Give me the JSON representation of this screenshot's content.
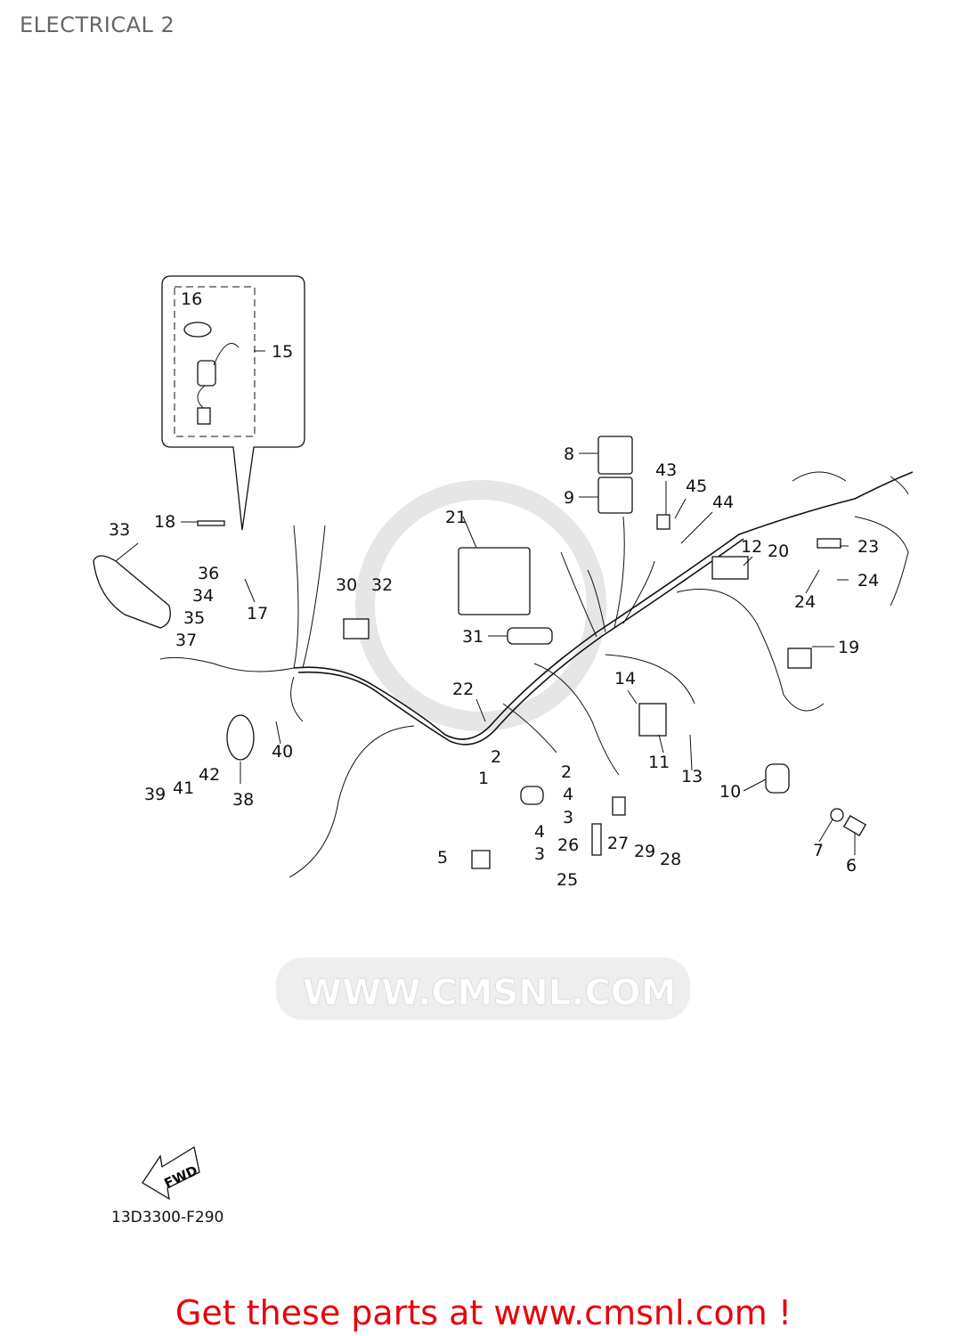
{
  "title": "ELECTRICAL 2",
  "diagram_code": "13D3300-F290",
  "fwd_label": "FWD",
  "watermark": "WWW.CMSNL.COM",
  "footer": "Get these parts at www.cmsnl.com !",
  "colors": {
    "footer": "#e8000b",
    "title": "#666666",
    "watermark": "#e6e6e6"
  },
  "callouts": [
    "16",
    "15",
    "18",
    "33",
    "36",
    "34",
    "35",
    "37",
    "17",
    "30",
    "32",
    "21",
    "8",
    "9",
    "43",
    "45",
    "44",
    "12",
    "20",
    "23",
    "24",
    "24",
    "19",
    "31",
    "22",
    "14",
    "11",
    "13",
    "10",
    "7",
    "6",
    "40",
    "42",
    "41",
    "39",
    "38",
    "2",
    "2",
    "1",
    "4",
    "3",
    "4",
    "3",
    "5",
    "26",
    "27",
    "29",
    "28",
    "25"
  ]
}
